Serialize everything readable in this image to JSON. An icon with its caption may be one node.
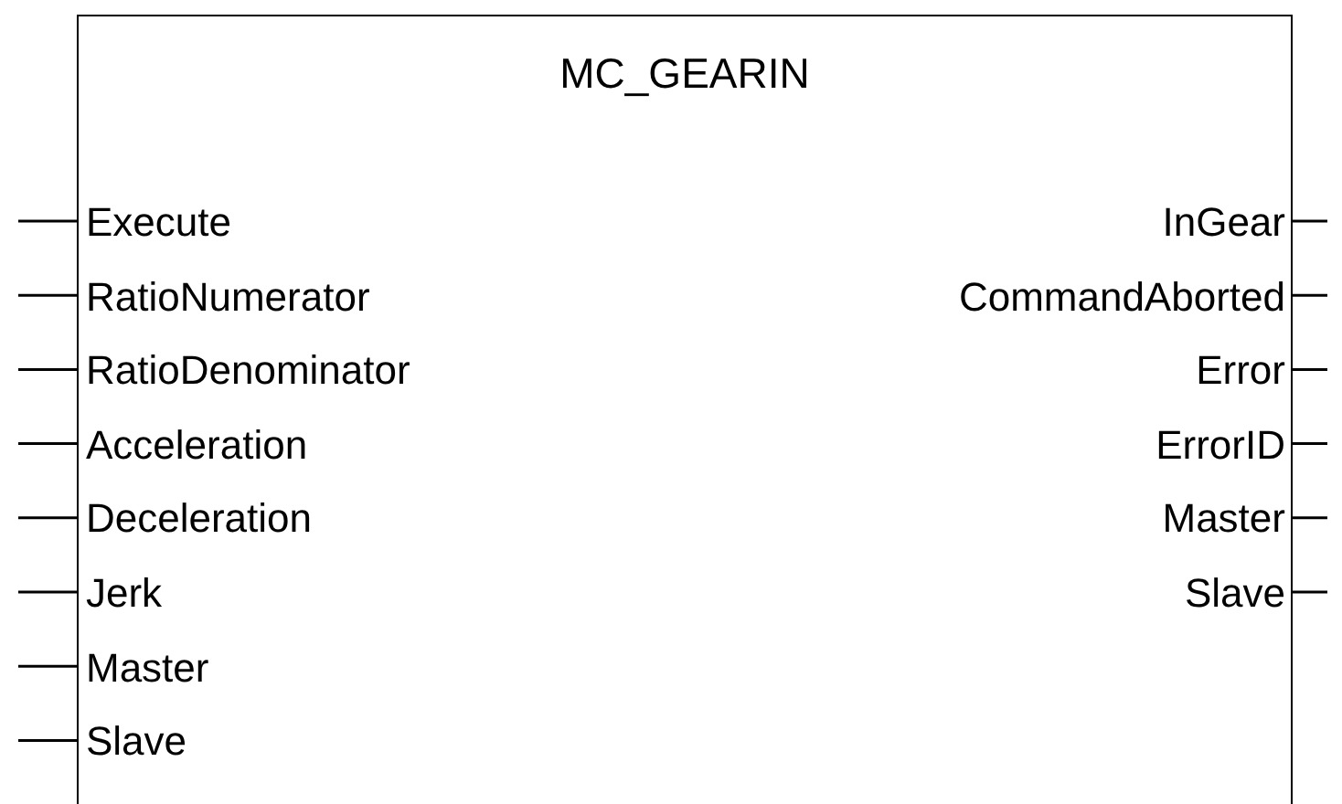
{
  "diagram": {
    "nodes": [
      {
        "text": [
          "MC_GEARIN"
        ]
      },
      {
        "text": [
          "Execute"
        ],
        "in": 0
      },
      {
        "text": [
          "RatioNumerator"
        ],
        "in": 0
      },
      {
        "text": [
          "RatioDenominator"
        ],
        "in": 0
      },
      {
        "text": [
          "Acceleration"
        ],
        "in": 0
      },
      {
        "text": [
          "Deceleration"
        ],
        "in": 0
      },
      {
        "text": [
          "Jerk"
        ],
        "in": 0
      },
      {
        "text": [
          "Master"
        ],
        "in": 0
      },
      {
        "text": [
          "Slave"
        ],
        "in": 0
      },
      {
        "text": [
          "InGear"
        ],
        "in": 0
      },
      {
        "text": [
          "CommandAborted"
        ],
        "in": 0
      },
      {
        "text": [
          "Error"
        ],
        "in": 0
      },
      {
        "text": [
          "ErrorID"
        ],
        "in": 0
      },
      {
        "text": [
          "Master"
        ],
        "in": 0
      },
      {
        "text": [
          "Slave"
        ],
        "in": 0
      }
    ],
    "edges": [
      {
        "from": null,
        "to": 1,
        "arrow": "none"
      },
      {
        "from": null,
        "to": 2,
        "arrow": "none"
      },
      {
        "from": null,
        "to": 3,
        "arrow": "none"
      },
      {
        "from": null,
        "to": 4,
        "arrow": "none"
      },
      {
        "from": null,
        "to": 5,
        "arrow": "none"
      },
      {
        "from": null,
        "to": 6,
        "arrow": "none"
      },
      {
        "from": null,
        "to": 7,
        "arrow": "none"
      },
      {
        "from": null,
        "to": 8,
        "arrow": "none"
      },
      {
        "from": 9,
        "to": null,
        "arrow": "none"
      },
      {
        "from": 10,
        "to": null,
        "arrow": "none"
      },
      {
        "from": 11,
        "to": null,
        "arrow": "none"
      },
      {
        "from": 12,
        "to": null,
        "arrow": "none"
      },
      {
        "from": 13,
        "to": null,
        "arrow": "none"
      },
      {
        "from": 14,
        "to": null,
        "arrow": "none"
      }
    ]
  }
}
